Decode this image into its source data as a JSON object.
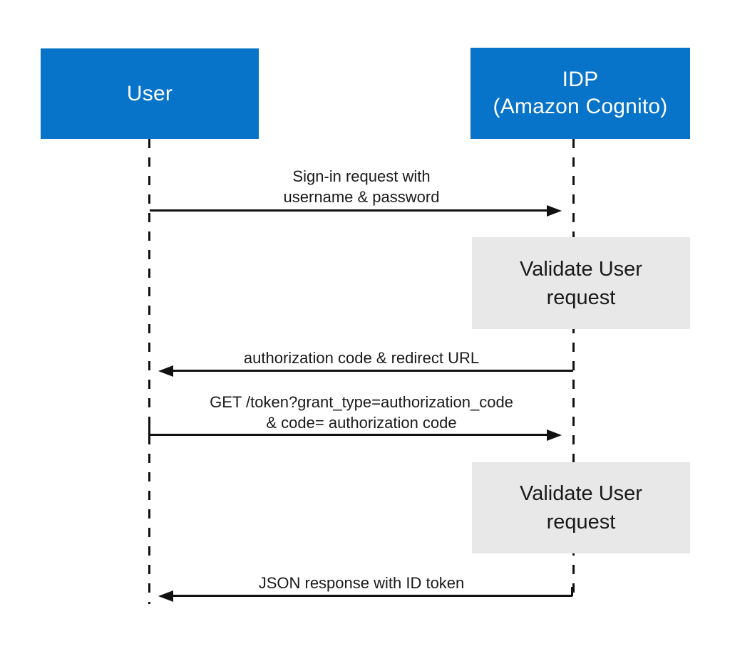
{
  "actors": [
    {
      "label": "User"
    },
    {
      "label": "IDP\n(Amazon Cognito)"
    }
  ],
  "activations": [
    {
      "label": "Validate User\nrequest",
      "on": "IDP (Amazon Cognito)"
    },
    {
      "label": "Validate User\nrequest",
      "on": "IDP (Amazon Cognito)"
    }
  ],
  "messages": [
    {
      "label": "Sign-in request with\nusername & password",
      "from": "User",
      "to": "IDP (Amazon Cognito)",
      "direction": "right"
    },
    {
      "label": "authorization code & redirect URL",
      "from": "IDP (Amazon Cognito)",
      "to": "User",
      "direction": "left"
    },
    {
      "label": "GET /token?grant_type=authorization_code\n& code= authorization code",
      "from": "User",
      "to": "IDP (Amazon Cognito)",
      "direction": "right"
    },
    {
      "label": "JSON response with ID token",
      "from": "IDP (Amazon Cognito)",
      "to": "User",
      "direction": "left"
    }
  ],
  "colors": {
    "actor_fill": "#0773c9",
    "actor_text": "#ffffff",
    "activation_fill": "#e8e8e8",
    "line": "#111111",
    "text": "#1a1a1a",
    "background": "#ffffff"
  }
}
